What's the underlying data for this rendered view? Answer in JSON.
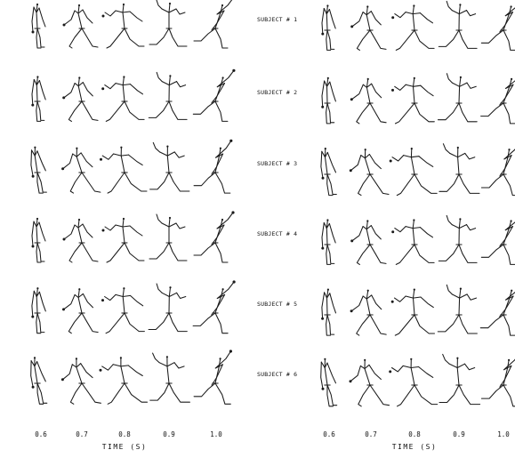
{
  "subjects": [
    "SUBJECT # 1",
    "SUBJECT # 2",
    "SUBJECT # 3",
    "SUBJECT # 4",
    "SUBJECT # 5",
    "SUBJECT # 6"
  ],
  "x_axis": {
    "left_ticks": [
      "0.6",
      "0.7",
      "0.8",
      "0.9",
      "1.0"
    ],
    "right_ticks": [
      "0.6",
      "0.7",
      "0.8",
      "0.9",
      "1.0"
    ],
    "left_title": "TIME (S)",
    "right_title": "TIME (S)"
  },
  "ink_color": "#1a1a1a"
}
